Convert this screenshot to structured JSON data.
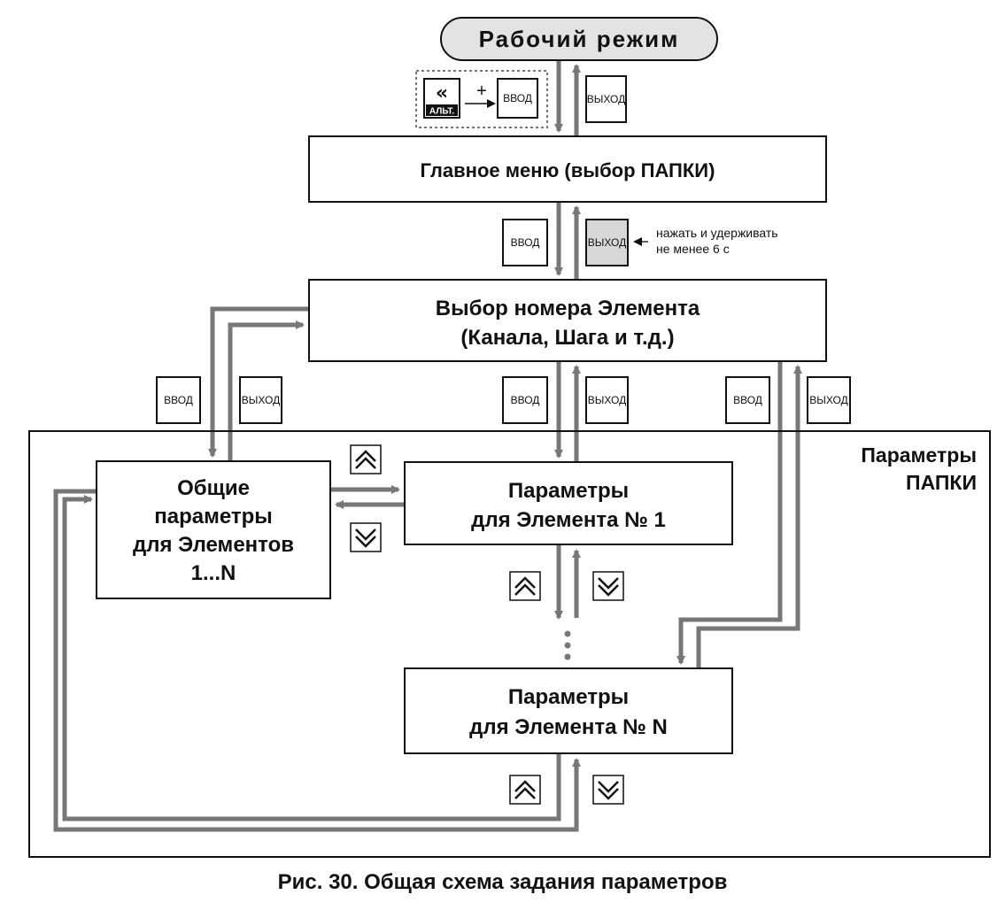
{
  "nodes": {
    "work_mode": "Рабочий режим",
    "main_menu": "Главное меню (выбор ПАПКИ)",
    "element_select": [
      "Выбор номера Элемента",
      "(Канала, Шага и т.д.)"
    ],
    "common_params": [
      "Общие",
      "параметры",
      "для Элементов",
      "1...N"
    ],
    "params_el1": [
      "Параметры",
      "для Элемента № 1"
    ],
    "params_eln": [
      "Параметры",
      "для Элемента № N"
    ],
    "folder_params": [
      "Параметры",
      "ПАПКИ"
    ]
  },
  "keys": {
    "enter": "ВВОД",
    "exit": "ВЫХОД",
    "alt": "АЛЬТ.",
    "plus": "+"
  },
  "icons": {
    "alt_key": "double-chevron-left-icon",
    "up_key": "double-chevron-up-icon",
    "down_key": "double-chevron-down-icon"
  },
  "note": [
    "нажать и удерживать",
    "не менее 6 с"
  ],
  "caption": "Рис. 30. Общая схема задания параметров",
  "colors": {
    "connector": "#777777",
    "highlighted_key": "#d8d8d8",
    "alt_key_fill": "#111111"
  }
}
